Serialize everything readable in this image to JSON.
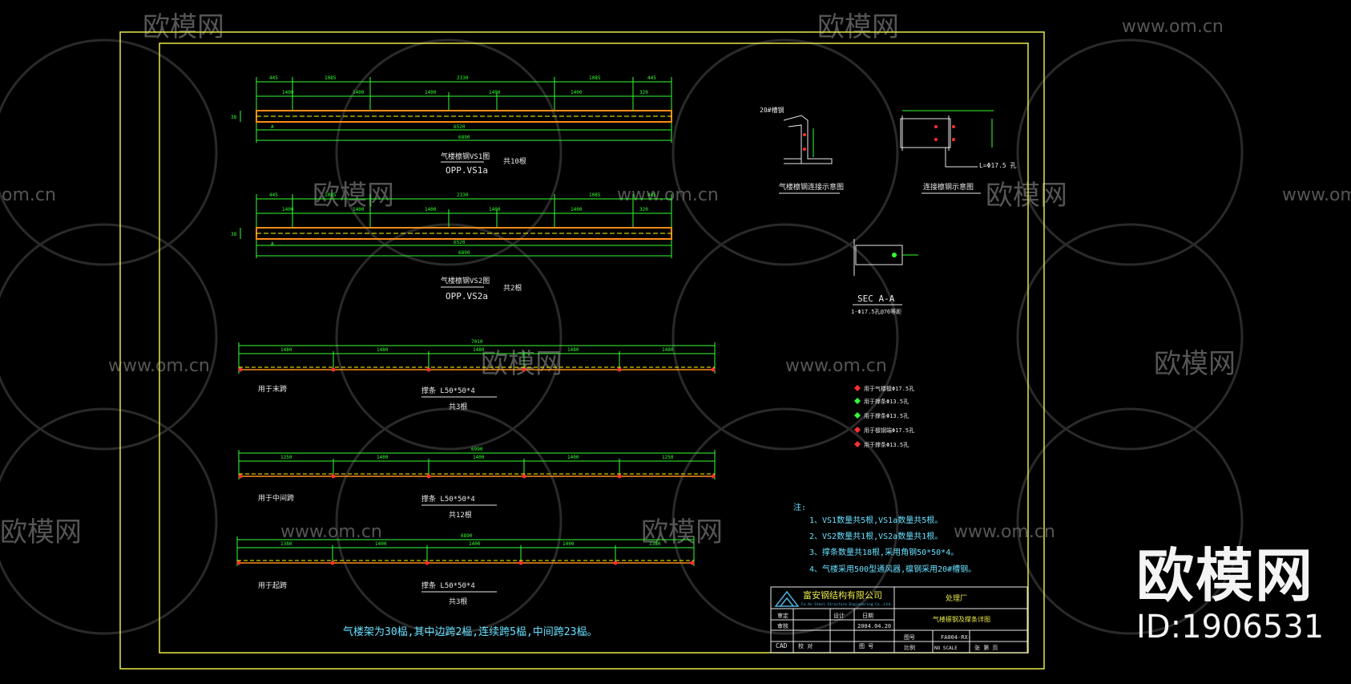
{
  "watermark": {
    "brand": "欧模网",
    "url": "www.om.cn",
    "url_partial": "om.cn",
    "brand_partial": "欧模网"
  },
  "brand_overlay": {
    "name": "欧模网",
    "id": "ID:1906531"
  },
  "colors": {
    "frame": "#e8e84a",
    "dim": "#33ff33",
    "member": "#ffff00",
    "member_edge": "#ff8c1a",
    "hole": "#ff3030",
    "label": "#e8e8e8",
    "note": "#66e0ff",
    "watermark": "#555555"
  },
  "beams": [
    {
      "id": "vs1",
      "title": "气楼檩钢VS1图",
      "sub": "OPP.VS1a",
      "qty": "共10根",
      "top_dims": [
        "445",
        "1085",
        "2330",
        "1085",
        "445"
      ],
      "mid_dims": [
        "1400",
        "1400",
        "1400",
        "1400",
        "1400",
        "320"
      ],
      "overall_1": "6520",
      "overall_2": "6890",
      "section": "38",
      "end_mark": "A"
    },
    {
      "id": "vs2",
      "title": "气楼檩钢VS2图",
      "sub": "OPP.VS2a",
      "qty": "共2根",
      "top_dims": [
        "445",
        "1085",
        "2330",
        "1085",
        "445"
      ],
      "mid_dims": [
        "1400",
        "1400",
        "1400",
        "1400",
        "1400",
        "320"
      ],
      "overall_1": "6520",
      "overall_2": "6890",
      "section": "38",
      "end_mark": "A"
    }
  ],
  "braces": [
    {
      "id": "b1",
      "use": "用于末跨",
      "title": "撑条 L50*50*4",
      "qty": "共3根",
      "overall": "7010",
      "dims": [
        "1480",
        "1480",
        "1480",
        "1480",
        "1480"
      ]
    },
    {
      "id": "b2",
      "use": "用于中间跨",
      "title": "撑条 L50*50*4",
      "qty": "共12根",
      "overall": "6990",
      "dims": [
        "1250",
        "1400",
        "1400",
        "1400",
        "1250"
      ]
    },
    {
      "id": "b3",
      "use": "用于起跨",
      "title": "撑条 L50*50*4",
      "qty": "共3根",
      "overall": "6890",
      "dims": [
        "1380",
        "1400",
        "1400",
        "1400",
        "1380"
      ]
    }
  ],
  "details": {
    "d1_title": "气楼檩钢连接示意图",
    "d1_label": "20#槽钢",
    "d2_title": "连接檩钢示意图",
    "d2_label": "L=Φ17.5 孔",
    "d3_title": "SEC A-A",
    "d3_sub": "1-Φ17.5孔@76等距"
  },
  "legend": [
    {
      "color": "#ff3030",
      "label": "用于气楼檩Φ17.5孔"
    },
    {
      "color": "#33ff33",
      "label": "用于撑条Φ13.5孔"
    },
    {
      "color": "#33ff33",
      "label": "用于撑条Φ13.5孔"
    },
    {
      "color": "#ff3030",
      "label": "用于檩钢端Φ17.5孔"
    },
    {
      "color": "#ff3030",
      "label": "用于撑条Φ13.5孔"
    }
  ],
  "notes": {
    "heading": "注:",
    "items": [
      "1、VS1数量共5根,VS1a数量共5根。",
      "2、VS2数量共1根,VS2a数量共1根。",
      "3、撑条数量共18根,采用角钢50*50*4。",
      "4、气楼采用500型通风器,檩钢采用20#槽钢。"
    ]
  },
  "summary": "气楼架为30榀,其中边跨2榀,连续跨5榀,中间跨23榀。",
  "title_block": {
    "company": "富安钢结构有限公司",
    "company_en": "Fu An Steel Structure Engineering Co.,Ltd.",
    "project": "处理厂",
    "drawing_name": "气楼檩钢及撑条详图",
    "row1_a": "审定",
    "row1_b": "设计",
    "row1_c": "日期",
    "row2_a": "审核",
    "date": "2004.04.20",
    "row3_a": "CAD",
    "row3_b": "校 对",
    "row3_c": "图 号",
    "drawing_no_label": "图号",
    "drawing_no": "FA004-RX-",
    "scale_label": "比例",
    "scale": "NO SCALE",
    "sheet": "张  第  页"
  }
}
